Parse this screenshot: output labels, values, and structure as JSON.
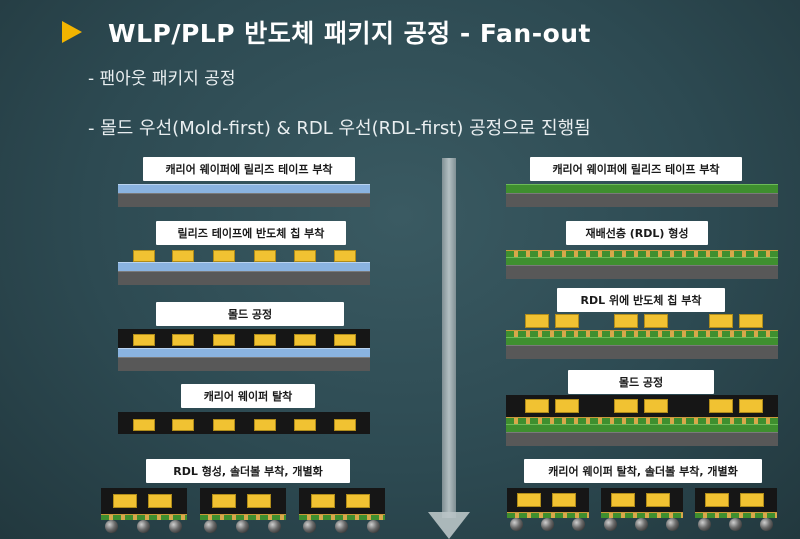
{
  "title": "WLP/PLP 반도체 패키지 공정 - Fan-out",
  "bullets": [
    "- 팬아웃 패키지 공정",
    "- 몰드 우선(Mold-first) & RDL 우선(RDL-first) 공정으로 진행됨"
  ],
  "mold_first": {
    "steps": [
      "캐리어 웨이퍼에 릴리즈 테이프 부착",
      "릴리즈 테이프에 반도체 칩 부착",
      "몰드 공정",
      "캐리어 웨이퍼 탈착",
      "RDL 형성, 솔더볼 부착, 개별화"
    ]
  },
  "rdl_first": {
    "steps": [
      "캐리어 웨이퍼에 릴리즈 테이프 부착",
      "재배선층 (RDL) 형성",
      "RDL 위에 반도체 칩 부착",
      "몰드 공정",
      "캐리어 웨이퍼 탈착, 솔더볼 부착, 개별화"
    ]
  },
  "colors": {
    "background": "#2d4a52",
    "accent_triangle": "#f2b400",
    "chip": "#f1c232",
    "release_tape_left": "#8ab3e0",
    "release_tape_right": "#3f8f2f",
    "carrier": "#585858",
    "mold": "#161616"
  }
}
